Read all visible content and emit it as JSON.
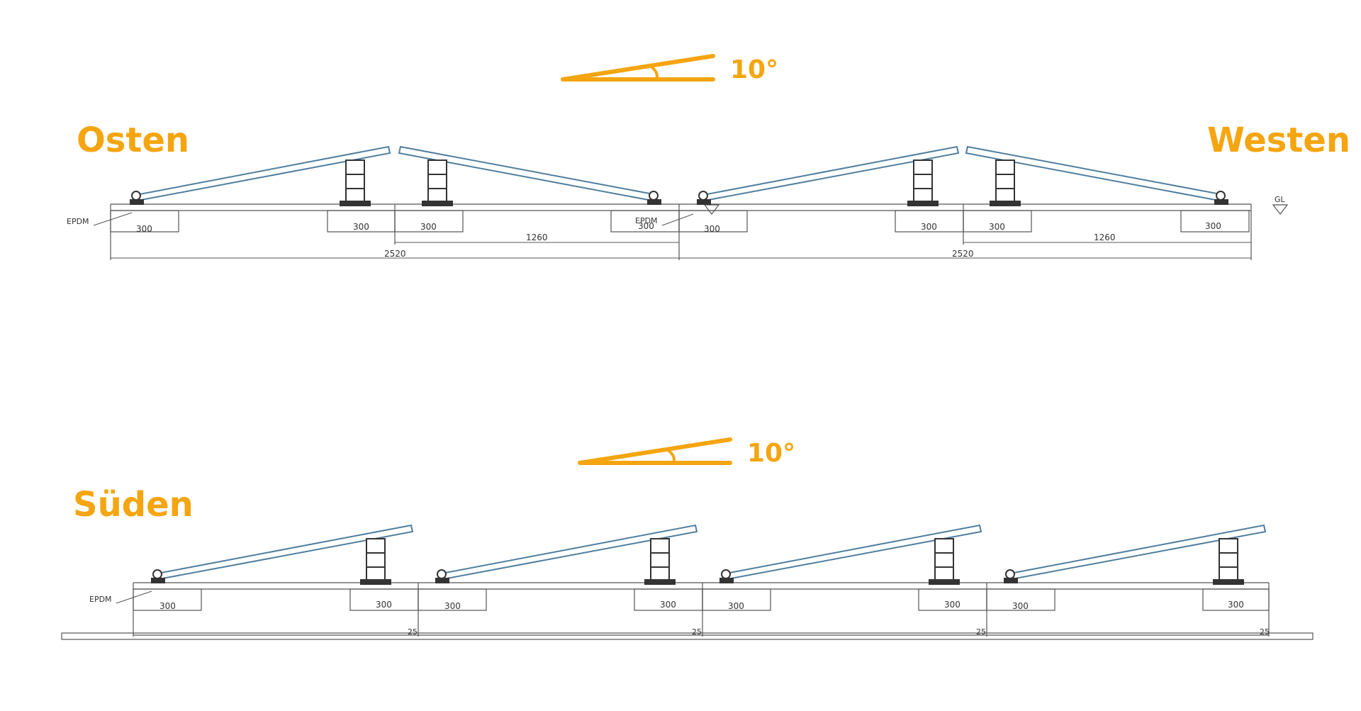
{
  "labels": {
    "east": "Osten",
    "west": "Westen",
    "south": "Süden",
    "angle_top": "10°",
    "angle_bottom": "10°",
    "ground_level": "GL",
    "membrane": "EPDM"
  },
  "dimensions": {
    "ballast_width": "300",
    "panel_half_span": "1260",
    "row_span": "2520",
    "south_row_tail": "25"
  },
  "colors": {
    "accent": "#F5A510",
    "panel": "#4F7E9E",
    "line": "#555555"
  },
  "tilt_degrees": 10,
  "east_west_pairs": 2,
  "south_rows": 4
}
